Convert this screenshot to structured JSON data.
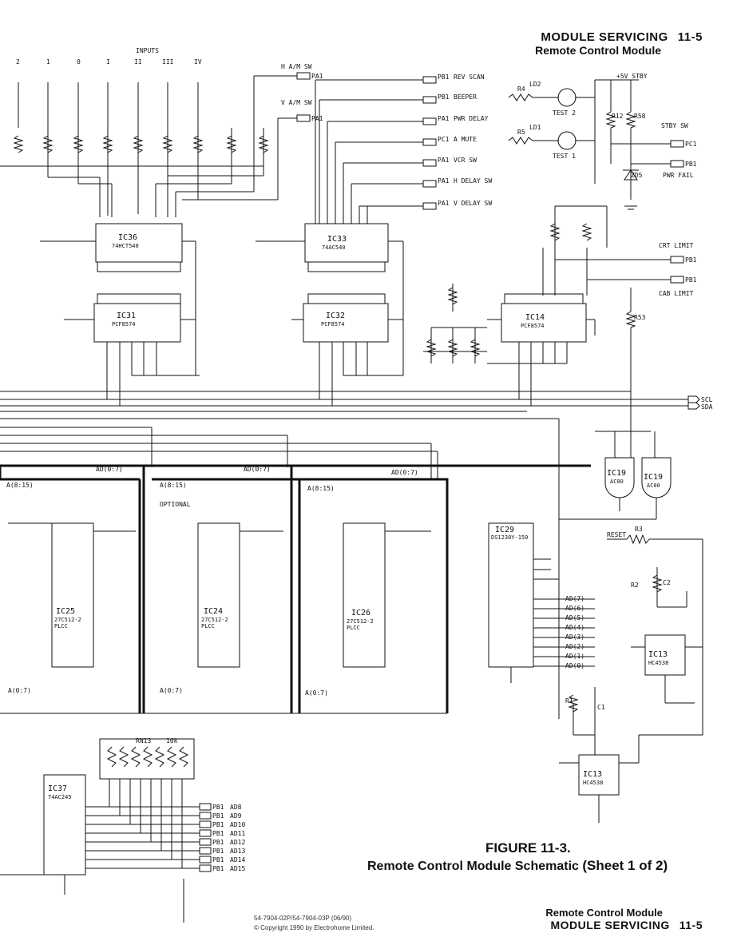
{
  "header": {
    "section": "MODULE SERVICING",
    "page": "11-5",
    "subtitle": "Remote Control Module"
  },
  "figure": {
    "number": "FIGURE 11-3.",
    "caption": "Remote Control Module Schematic",
    "sheet": "(Sheet 1 of 2)"
  },
  "footer": {
    "doc_numbers": "54-7904-02P/54-7904-03P (06/90)",
    "copyright": "© Copyright 1990 by Electrohome Limited.",
    "module": "Remote Control Module",
    "section": "MODULE SERVICING",
    "page": "11-5"
  },
  "schematic": {
    "inputs_title": "INPUTS",
    "inputs": [
      "2",
      "1",
      "0",
      "I",
      "II",
      "III",
      "IV"
    ],
    "signals": {
      "h_am_sw": "H A/M SW",
      "v_am_sw": "V A/M SW",
      "rev_scan": "REV SCAN",
      "beeper": "BEEPER",
      "pwr_delay": "PWR DELAY",
      "a_mute": "A MUTE",
      "vcr_sw": "VCR SW",
      "h_delay_sw": "H DELAY SW",
      "v_delay_sw": "V DELAY SW",
      "stby_sw": "STBY SW",
      "pwr_fail": "PWR FAIL",
      "crt_limit": "CRT LIMIT",
      "cab_limit": "CAB LIMIT",
      "scl": "SCL",
      "sda": "SDA",
      "reset": "RESET",
      "test1": "TEST 1",
      "test2": "TEST 2",
      "optional": "OPTIONAL",
      "stby_5v": "+5V STBY"
    },
    "ports": {
      "pa1_14": "PA1",
      "pa1_15": "PA1",
      "pb1_rev": "PB1",
      "pb1_beep": "PB1",
      "pa1_pwr": "PA1",
      "pc1_mute": "PC1",
      "pa1_vcr": "PA1",
      "pa1_hd": "PA1",
      "pa1_vd": "PA1",
      "pc1_stby": "PC1",
      "pb1_fail": "PB1",
      "pb1_crt": "PB1",
      "pb1_cab": "PB1"
    },
    "ics": {
      "ic36": {
        "name": "IC36",
        "part": "74HCT540"
      },
      "ic33": {
        "name": "IC33",
        "part": "74AC540"
      },
      "ic31": {
        "name": "IC31",
        "part": "PCF8574"
      },
      "ic32": {
        "name": "IC32",
        "part": "PCF8574"
      },
      "ic14": {
        "name": "IC14",
        "part": "PCF8574"
      },
      "ic25": {
        "name": "IC25",
        "part": "27C512-2",
        "pkg": "PLCC"
      },
      "ic24": {
        "name": "IC24",
        "part": "27C512-2",
        "pkg": "PLCC"
      },
      "ic26": {
        "name": "IC26",
        "part": "27C512-2",
        "pkg": "PLCC"
      },
      "ic29": {
        "name": "IC29",
        "part": "DS1230Y-150"
      },
      "ic19a": {
        "name": "IC19",
        "part": "AC00"
      },
      "ic19b": {
        "name": "IC19",
        "part": "AC00"
      },
      "ic13a": {
        "name": "IC13",
        "part": "HC4538"
      },
      "ic13b": {
        "name": "IC13",
        "part": "HC4538"
      },
      "ic37": {
        "name": "IC37",
        "part": "74AC245"
      }
    },
    "components": {
      "r4": "R4",
      "r5": "R5",
      "r12": "R12",
      "r58": "R58",
      "r53": "R53",
      "r3": "R3",
      "r2": "R2",
      "r1": "R1",
      "c2": "C2",
      "c1": "C1",
      "zd5": "ZD5",
      "ld1": "LD1",
      "ld2": "LD2",
      "rn13": "RN13",
      "rn_val": "10k"
    },
    "buses": {
      "ad07": "AD(0:7)",
      "a815": "A(8:15)",
      "a07": "A(0:7)"
    },
    "ad_outputs": [
      "AD(7)",
      "AD(6)",
      "AD(5)",
      "AD(4)",
      "AD(3)",
      "AD(2)",
      "AD(1)",
      "AD(0)"
    ],
    "ic37_outputs": [
      "AD8",
      "AD9",
      "AD10",
      "AD11",
      "AD12",
      "AD13",
      "AD14",
      "AD15"
    ],
    "ic37_port": "PB1"
  }
}
